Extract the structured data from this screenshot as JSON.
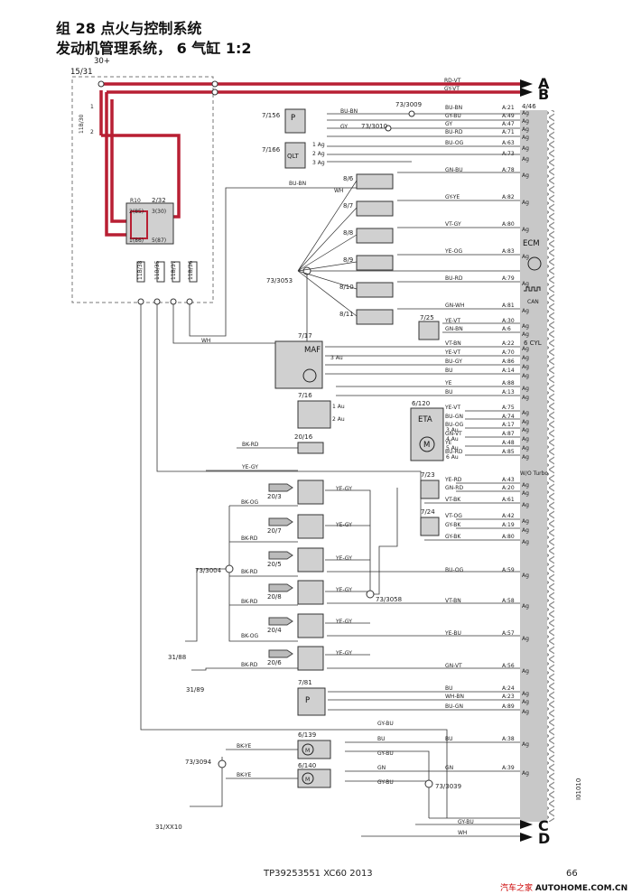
{
  "header": {
    "title_line1": "组 28 点火与控制系统",
    "title_line2": "发动机管理系统， 6 气缸 1:2"
  },
  "footer": {
    "doc_code": "TP39253551 XC60 2013",
    "page_number": "66",
    "watermark_cn": "汽车之家",
    "watermark_url": "AUTOHOME.COM.CN",
    "side_code": "I01010"
  },
  "power": {
    "label_30": "30+",
    "label_1531": "15/31",
    "relay_id": "2/32",
    "relay_R": "R10",
    "relay_pins": [
      "2(85)",
      "3(30)",
      "1(86)",
      "5(87)"
    ],
    "pin1": "1",
    "pin2": "2",
    "fuse_bus": "11B/30"
  },
  "outputs": [
    {
      "letter": "A",
      "wire": "RD-VT"
    },
    {
      "letter": "B",
      "wire": "GY-VT"
    },
    {
      "letter": "C",
      "wire": "GY-BU"
    },
    {
      "letter": "D",
      "wire": "WH"
    }
  ],
  "ecm": {
    "name": "ECM",
    "connector": "4/46",
    "can": "CAN",
    "cyl": "6 CYL",
    "turbo": "W/O Turbo",
    "ag": "Ag"
  },
  "ecm_pins": [
    "A:21",
    "A:49",
    "A:47",
    "A:71",
    "A:63",
    "A:73",
    "A:78",
    "A:82",
    "A:80",
    "A:83",
    "A:79",
    "A:81",
    "A:30",
    "A:6",
    "A:22",
    "A:70",
    "A:86",
    "A:14",
    "A:88",
    "A:13",
    "A:75",
    "A:74",
    "A:17",
    "A:87",
    "A:48",
    "A:85",
    "A:43",
    "A:20",
    "A:61",
    "A:42",
    "A:19",
    "A:80",
    "A:59",
    "A:58",
    "A:57",
    "A:56",
    "A:24",
    "A:23",
    "A:89",
    "A:38",
    "A:39"
  ],
  "ecm_wires": [
    "BU-BN",
    "GY-BU",
    "GY",
    "BU-RD",
    "BU-OG",
    "",
    "GN-BU",
    "GY-YE",
    "VT-GY",
    "YE-OG",
    "BU-RD",
    "GN-WH",
    "YE-VT",
    "GN-BN",
    "VT-BN",
    "YE-VT",
    "BU-GY",
    "BU",
    "YE",
    "BU",
    "YE-VT",
    "BU-GN",
    "BU-OG",
    "GN-VT",
    "YE",
    "BU-RD",
    "YE-RD",
    "GN-RD",
    "VT-BK",
    "VT-OG",
    "GY-BK",
    "GY-BK",
    "BU-OG",
    "VT-BN",
    "YE-BU",
    "GN-VT",
    "BU",
    "WH-BN",
    "BU-GN",
    "BU",
    "GN"
  ],
  "fuses": [
    "11B/38",
    "11B/35",
    "11B/37",
    "11B/36"
  ],
  "components": {
    "c7156": "7/156",
    "c7166": "7/166",
    "qlt": "QLT",
    "p": "P",
    "c73_3009": "73/3009",
    "c73_3010": "73/3010",
    "c86": "8/6",
    "c87": "8/7",
    "c88": "8/8",
    "c89": "8/9",
    "c810": "8/10",
    "c811": "8/11",
    "c725": "7/25",
    "c73_3053": "73/3053",
    "c717": "7/17",
    "maf": "MAF",
    "c716": "7/16",
    "c6120": "6/120",
    "eta": "ETA",
    "m": "M",
    "c2016": "20/16",
    "c723": "7/23",
    "c724": "7/24",
    "c203": "20/3",
    "c207": "20/7",
    "c205": "20/5",
    "c208": "20/8",
    "c204": "20/4",
    "c206": "20/6",
    "c73_3004": "73/3004",
    "c73_3058": "73/3058",
    "c3188": "31/88",
    "c3189": "31/89",
    "c781": "7/81",
    "c6139": "6/139",
    "c6140": "6/140",
    "c73_3094": "73/3094",
    "c73_3039": "73/3039",
    "c31xx10": "31/XX10"
  },
  "wires": {
    "wh": "WH",
    "bu_bn": "BU-BN",
    "gy": "GY",
    "bk_rd": "BK-RD",
    "ye_gy": "YE-GY",
    "bk_og": "BK-OG",
    "bk_ye": "BK-YE",
    "gy_bu": "GY-BU",
    "gn": "GN",
    "bu": "BU"
  },
  "pins": {
    "ag1": "1 Ag",
    "ag2": "2 Ag",
    "ag3": "3 Ag",
    "au1": "1 Au",
    "au2": "2 Au",
    "au3": "3 Au",
    "au4": "4 Au",
    "au5": "5 Au",
    "au6": "6 Au",
    "n1": "1",
    "n2": "2",
    "n3": "3",
    "n4": "4",
    "n5": "5"
  }
}
